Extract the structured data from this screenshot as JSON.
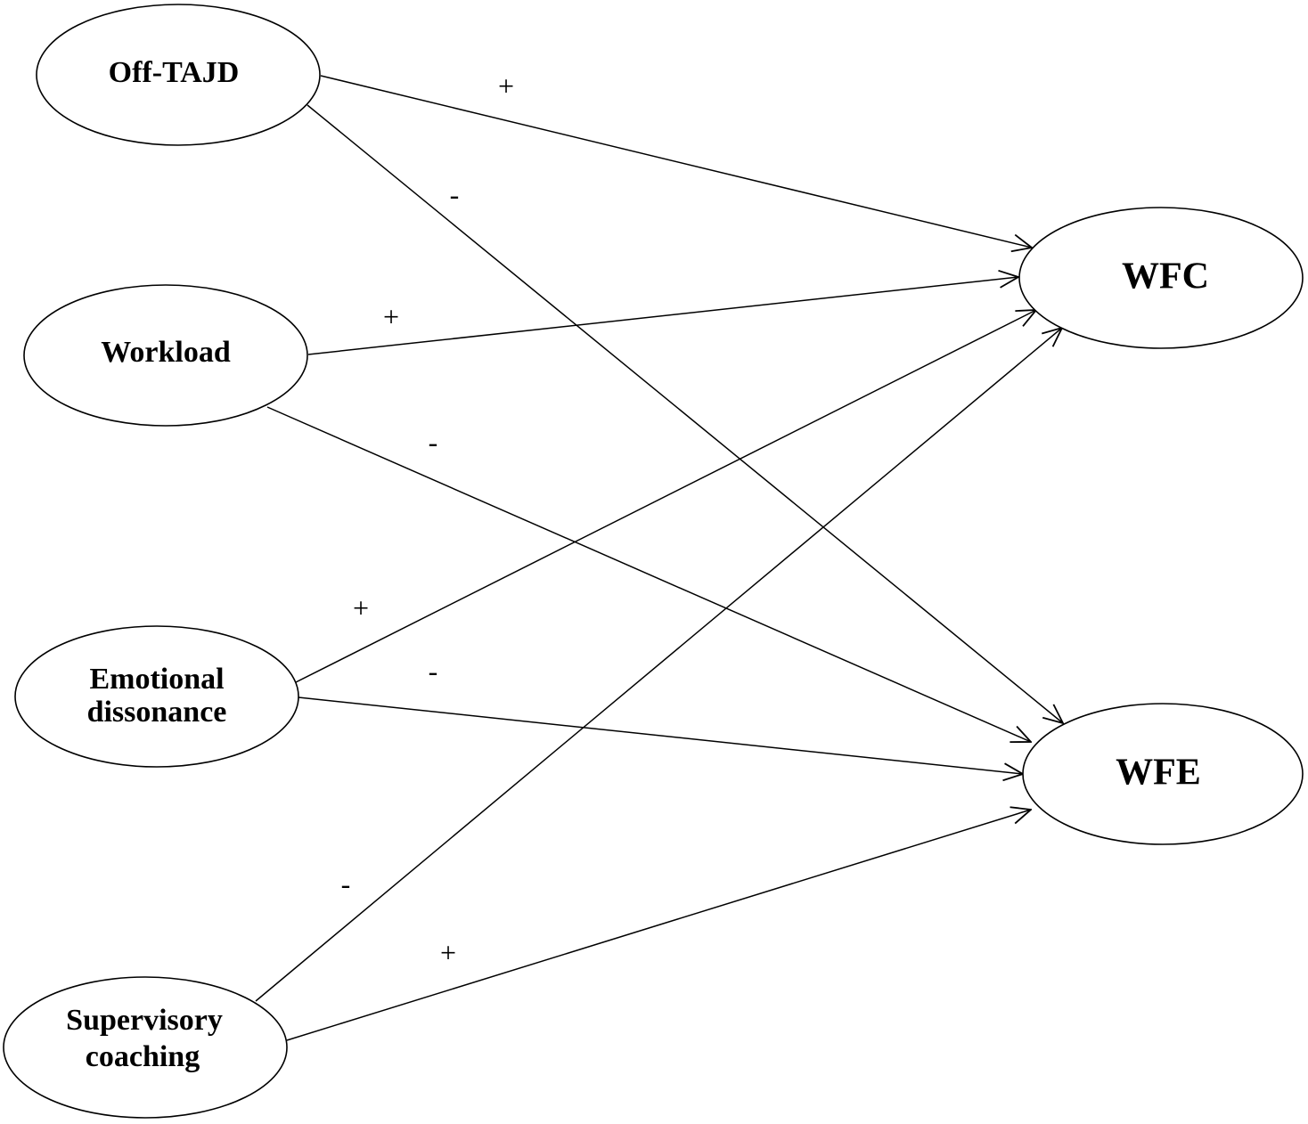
{
  "colors": {
    "line": "#000000",
    "background": "#ffffff"
  },
  "nodes": {
    "off_tajd": {
      "lines": [
        "Off-TAJD"
      ]
    },
    "workload": {
      "lines": [
        "Workload"
      ]
    },
    "emotional_dissonance": {
      "lines": [
        "Emotional",
        "dissonance"
      ]
    },
    "supervisory_coaching": {
      "lines": [
        "Supervisory",
        "coaching"
      ]
    },
    "wfc": {
      "lines": [
        "WFC"
      ]
    },
    "wfe": {
      "lines": [
        "WFE"
      ]
    }
  },
  "edges": {
    "off_tajd_wfc": {
      "from": "off_tajd",
      "to": "wfc",
      "sign": "+"
    },
    "off_tajd_wfe": {
      "from": "off_tajd",
      "to": "wfe",
      "sign": "-"
    },
    "workload_wfc": {
      "from": "workload",
      "to": "wfc",
      "sign": "+"
    },
    "workload_wfe": {
      "from": "workload",
      "to": "wfe",
      "sign": "-"
    },
    "emotional_dissonance_wfc": {
      "from": "emotional_dissonance",
      "to": "wfc",
      "sign": "+"
    },
    "emotional_dissonance_wfe": {
      "from": "emotional_dissonance",
      "to": "wfe",
      "sign": "-"
    },
    "supervisory_coaching_wfc": {
      "from": "supervisory_coaching",
      "to": "wfc",
      "sign": "-"
    },
    "supervisory_coaching_wfe": {
      "from": "supervisory_coaching",
      "to": "wfe",
      "sign": "+"
    }
  }
}
